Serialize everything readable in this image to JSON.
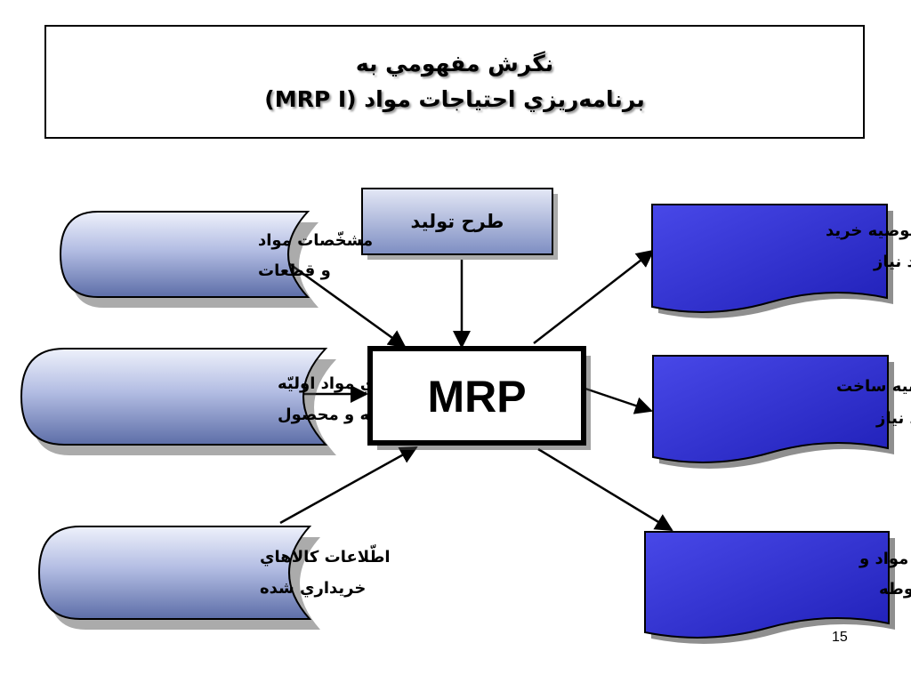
{
  "title": {
    "line1": "نگرش مفهومي به",
    "line2": "برنامه‌ريزي احتياجات مواد  (MRP I)"
  },
  "center": {
    "label": "MRP"
  },
  "top_input": {
    "label": "طرح توليد"
  },
  "inputs": [
    {
      "line1": "مشخّصات مواد",
      "line2": "و قطعات"
    },
    {
      "line1": "موجودي مواد اوليّه",
      "line2": "نيم ساخته و محصول"
    },
    {
      "line1": "اطّلاعات كالاهاي",
      "line2": "خريداري شده"
    }
  ],
  "outputs": [
    {
      "line1": "توصيه خريد",
      "line2": "درزمان‌هاي مورد نياز"
    },
    {
      "line1": "توصيه ساخت",
      "line2": "درزمان‌هاي مورد نياز"
    },
    {
      "line1": "ليست كمبود مواد و",
      "line2": "قطعات و زمان‌هاي مربوطه"
    }
  ],
  "page_number": "15",
  "colors": {
    "input_fill_light": "#e8ecf8",
    "input_fill_dark": "#6f7fb6",
    "output_fill": "#3030d8",
    "output_fill_dark": "#1818a0",
    "top_fill_light": "#d8ddf0",
    "top_fill_dark": "#7f8fc4"
  }
}
